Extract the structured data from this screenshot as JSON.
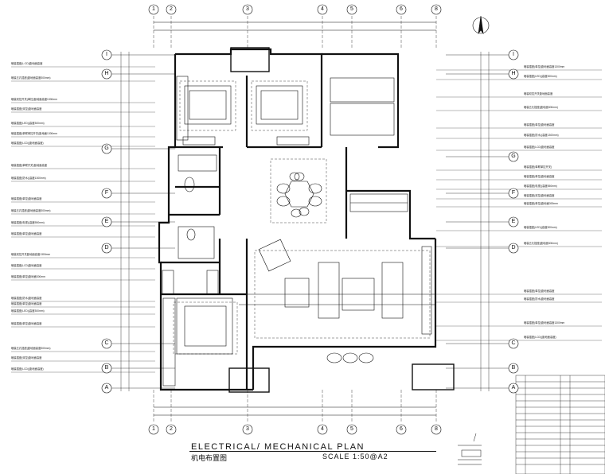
{
  "title": "ELECTRICAL/ MECHANICAL PLAN",
  "subtitle": "机电布置图",
  "scale": "SCALE   1:50@A2",
  "grid_cols_top": [
    "1",
    "2",
    "3",
    "4",
    "5",
    "6",
    "8"
  ],
  "grid_cols_bottom": [
    "1",
    "2",
    "3",
    "4",
    "5",
    "6",
    "8"
  ],
  "grid_rows_left": [
    "I",
    "H",
    "G",
    "F",
    "E",
    "D",
    "C",
    "B",
    "A"
  ],
  "grid_rows_right": [
    "I",
    "H",
    "G",
    "F",
    "E",
    "D",
    "C",
    "B",
    "A"
  ],
  "notes_left": [
    "暗装插座(L:CD)距地面高度",
    "暗装五孔插座(距地面高度300mm)",
    "暗装双控开关(单控)距地面高度1300mm",
    "暗装插座(双控)距地面高度",
    "暗装插座(LED)(高度300mm)",
    "暗装插座(单联单控开关)距地面1300mm",
    "暗装插座(LCD)(距地面高度)",
    "暗装插座(单联开关)距地面高度",
    "暗装插座(防水)(高度1300mm)",
    "暗装插座(单控)距地面高度",
    "暗装五孔插座(距地面高度300mm)",
    "暗装插座(电视)(高度550mm)",
    "暗装插座(单控)距地面高度",
    "暗装双控开关距地面高度1300mm",
    "暗装插座(LCD)距地面高度",
    "暗装插座(单控)距地面300mm",
    "暗装插座(防水)距地面高度",
    "暗装插座(单控)距地面高度",
    "暗装插座(LED)(高度300mm)",
    "暗装插座(单控)距地面高度",
    "暗装五孔插座(距地面高度300mm)",
    "暗装插座(双控)距地面高度",
    "暗装插座(LCD)(距地面高度)"
  ],
  "notes_right": [
    "暗装插座(单控)距地面高度1300mm",
    "暗装插座(LED)(高度300mm)",
    "暗装双控开关距地面高度",
    "暗装五孔插座(距地面300mm)",
    "暗装插座(单控)距地面高度",
    "暗装插座(防水)(高度1300mm)",
    "暗装插座(LCD)距地面高度",
    "暗装插座(单联单控开关)",
    "暗装插座(单控)距地面高度",
    "暗装插座(电视)(高度550mm)",
    "暗装插座(双控)距地面高度",
    "暗装插座(单控)距地面300mm",
    "暗装插座(LED)(高度300mm)",
    "暗装五孔插座(距地面300mm)",
    "暗装插座(单控)距地面高度",
    "暗装插座(防水)距地面高度",
    "暗装插座(单控)距地面高度1300mm",
    "暗装插座(LCD)(距地面高度)"
  ]
}
